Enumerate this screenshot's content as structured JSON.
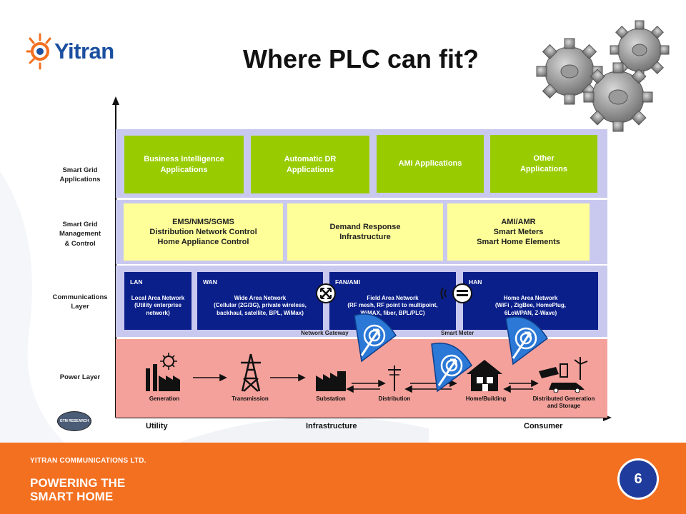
{
  "title": "Where PLC can fit?",
  "logo": {
    "text": "Yitran"
  },
  "layer_labels": {
    "applications": "Smart Grid\nApplications",
    "management": "Smart Grid\nManagement\n& Control",
    "communications": "Communications\nLayer",
    "power": "Power Layer"
  },
  "applications": [
    "Business Intelligence\nApplications",
    "Automatic DR\nApplications",
    "AMI Applications",
    "Other\nApplications"
  ],
  "management": [
    "EMS/NMS/SGMS\nDistribution Network Control\nHome Appliance Control",
    "Demand Response\nInfrastructure",
    "AMI/AMR\nSmart Meters\nSmart Home Elements"
  ],
  "networks": [
    {
      "title": "LAN",
      "desc": "Local Area Network\n(Utility enterprise\nnetwork)"
    },
    {
      "title": "WAN",
      "desc": "Wide Area Network\n(Cellular (2G/3G), private wireless,\nbackhaul, satellite, BPL, WiMax)"
    },
    {
      "title": "FAN/AMI",
      "desc": "Field Area Network\n(RF mesh, RF point to multipoint,\nWiMAX, fiber, BPL/PLC)"
    },
    {
      "title": "HAN",
      "desc": "Home Area Network\n(WiFi , ZigBee, HomePlug,\n6LoWPAN, Z-Wave)"
    }
  ],
  "gateway_labels": {
    "network_gateway": "Network Gateway",
    "smart_meter": "Smart Meter"
  },
  "power": {
    "generation": "Generation",
    "transmission": "Transmission",
    "substation": "Substation",
    "distribution": "Distribution",
    "home": "Home/Building",
    "distributed": "Distributed Generation\nand Storage"
  },
  "axis": {
    "utility": "Utility",
    "infrastructure": "Infrastructure",
    "consumer": "Consumer"
  },
  "gtm": "GTM RESEARCH",
  "footer": {
    "company": "YITRAN COMMUNICATIONS LTD.",
    "tagline": "POWERING THE\nSMART HOME",
    "page": "6"
  },
  "colors": {
    "orange": "#f37021",
    "navy": "#0a1f8a",
    "green": "#99cc00",
    "yellow": "#ffff99",
    "lavender": "#c9c9ef",
    "salmon": "#f4a19b"
  }
}
